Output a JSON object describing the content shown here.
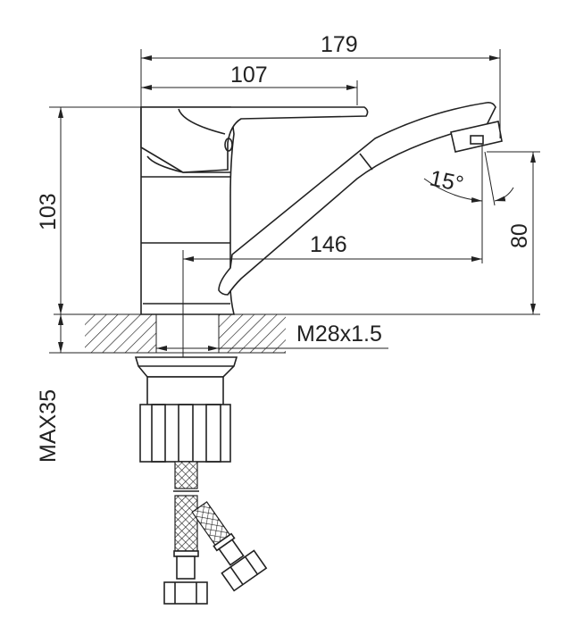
{
  "drawing": {
    "dimensions": {
      "overall_length": "179",
      "handle_length": "107",
      "height": "103",
      "spout_reach": "146",
      "spout_height": "80",
      "spout_angle": "15°",
      "thread": "M28x1.5",
      "max_counter_thickness": "MAX35"
    },
    "colors": {
      "line": "#222222",
      "background": "#ffffff"
    }
  }
}
